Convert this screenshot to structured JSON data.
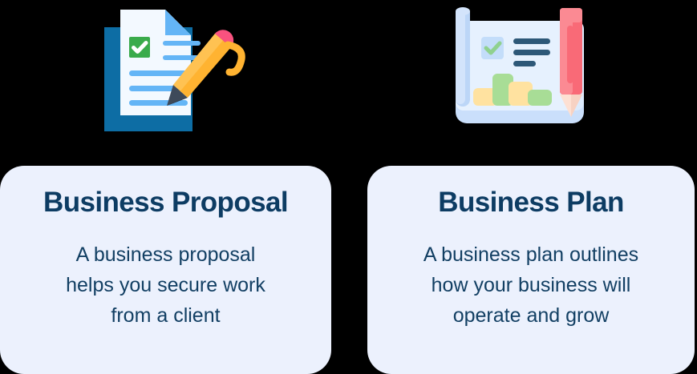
{
  "page": {
    "background_color": "#000000",
    "card_background_color": "#ecf1fd",
    "title_color": "#0d3c63",
    "body_color": "#123f63"
  },
  "cards": [
    {
      "id": "business-proposal",
      "title": "Business Proposal",
      "body": "A business proposal\nhelps you secure work\nfrom a client",
      "illustration": {
        "name": "document-checklist-with-pen-icon",
        "colors": {
          "back_document": "#0d6da4",
          "front_document": "#eaf4ff",
          "front_document_edge": "#ffffff",
          "folded_corner": "#64b5f6",
          "check_box": "#3aab4b",
          "check_mark": "#ffffff",
          "text_line": "#64b5f6",
          "pen_body": "#ffb331",
          "pen_body_light": "#ffc252",
          "pen_tip": "#3e4a5a",
          "pen_eraser": "#f9527f",
          "pen_eraser_light": "#fa7d9c"
        }
      }
    },
    {
      "id": "business-plan",
      "title": "Business Plan",
      "body": "A business plan outlines\nhow your business will\noperate and grow",
      "illustration": {
        "name": "blueprint-chart-with-pencil-icon",
        "colors": {
          "scroll_roll": "#bcd6f7",
          "scroll_roll_light": "#d3e4fb",
          "sheet": "#dcebfd",
          "sheet_light": "#e6f1fe",
          "sheet_shade": "#cadffb",
          "check_box": "#c3ddfa",
          "check_mark": "#8fd18f",
          "text_line": "#2d5878",
          "bar_yellow": "#ffe2a0",
          "bar_green": "#a8dd96",
          "pencil_body": "#f96a77",
          "pencil_body_light": "#fb8a93",
          "pencil_tip": "#fde0d3",
          "pencil_cap": "#fb8a93"
        },
        "chart_bars": [
          {
            "color_name": "bar_yellow",
            "height_rel": 0.42
          },
          {
            "color_name": "bar_green",
            "height_rel": 1.0
          },
          {
            "color_name": "bar_yellow",
            "height_rel": 0.72
          },
          {
            "color_name": "bar_green",
            "height_rel": 0.42
          }
        ]
      }
    }
  ]
}
